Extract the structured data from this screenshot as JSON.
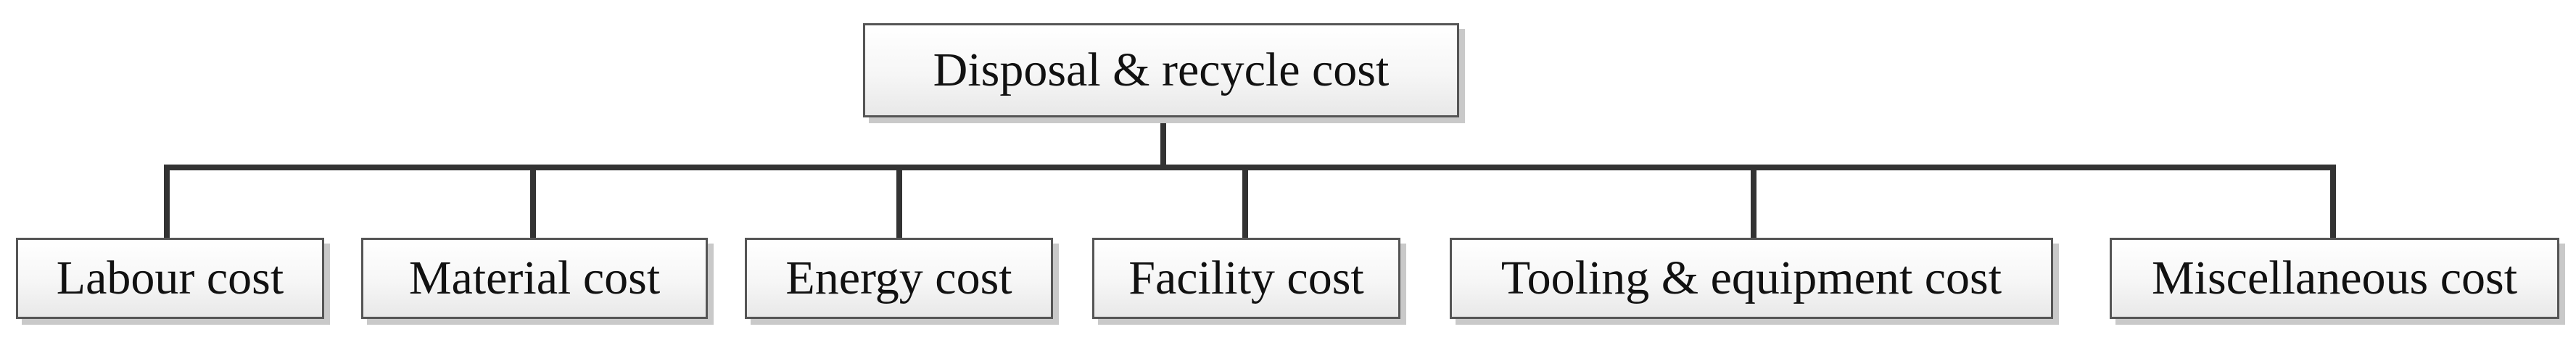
{
  "diagram": {
    "root": {
      "label": "Disposal & recycle cost"
    },
    "children": [
      {
        "label": "Labour cost"
      },
      {
        "label": "Material cost"
      },
      {
        "label": "Energy cost"
      },
      {
        "label": "Facility cost"
      },
      {
        "label": "Tooling & equipment cost"
      },
      {
        "label": "Miscellaneous cost"
      }
    ],
    "colors": {
      "line": "#333333",
      "box_border": "#555555",
      "box_fill": "#f6f6f6",
      "shadow": "#c9c9c9",
      "text": "#111111"
    }
  }
}
